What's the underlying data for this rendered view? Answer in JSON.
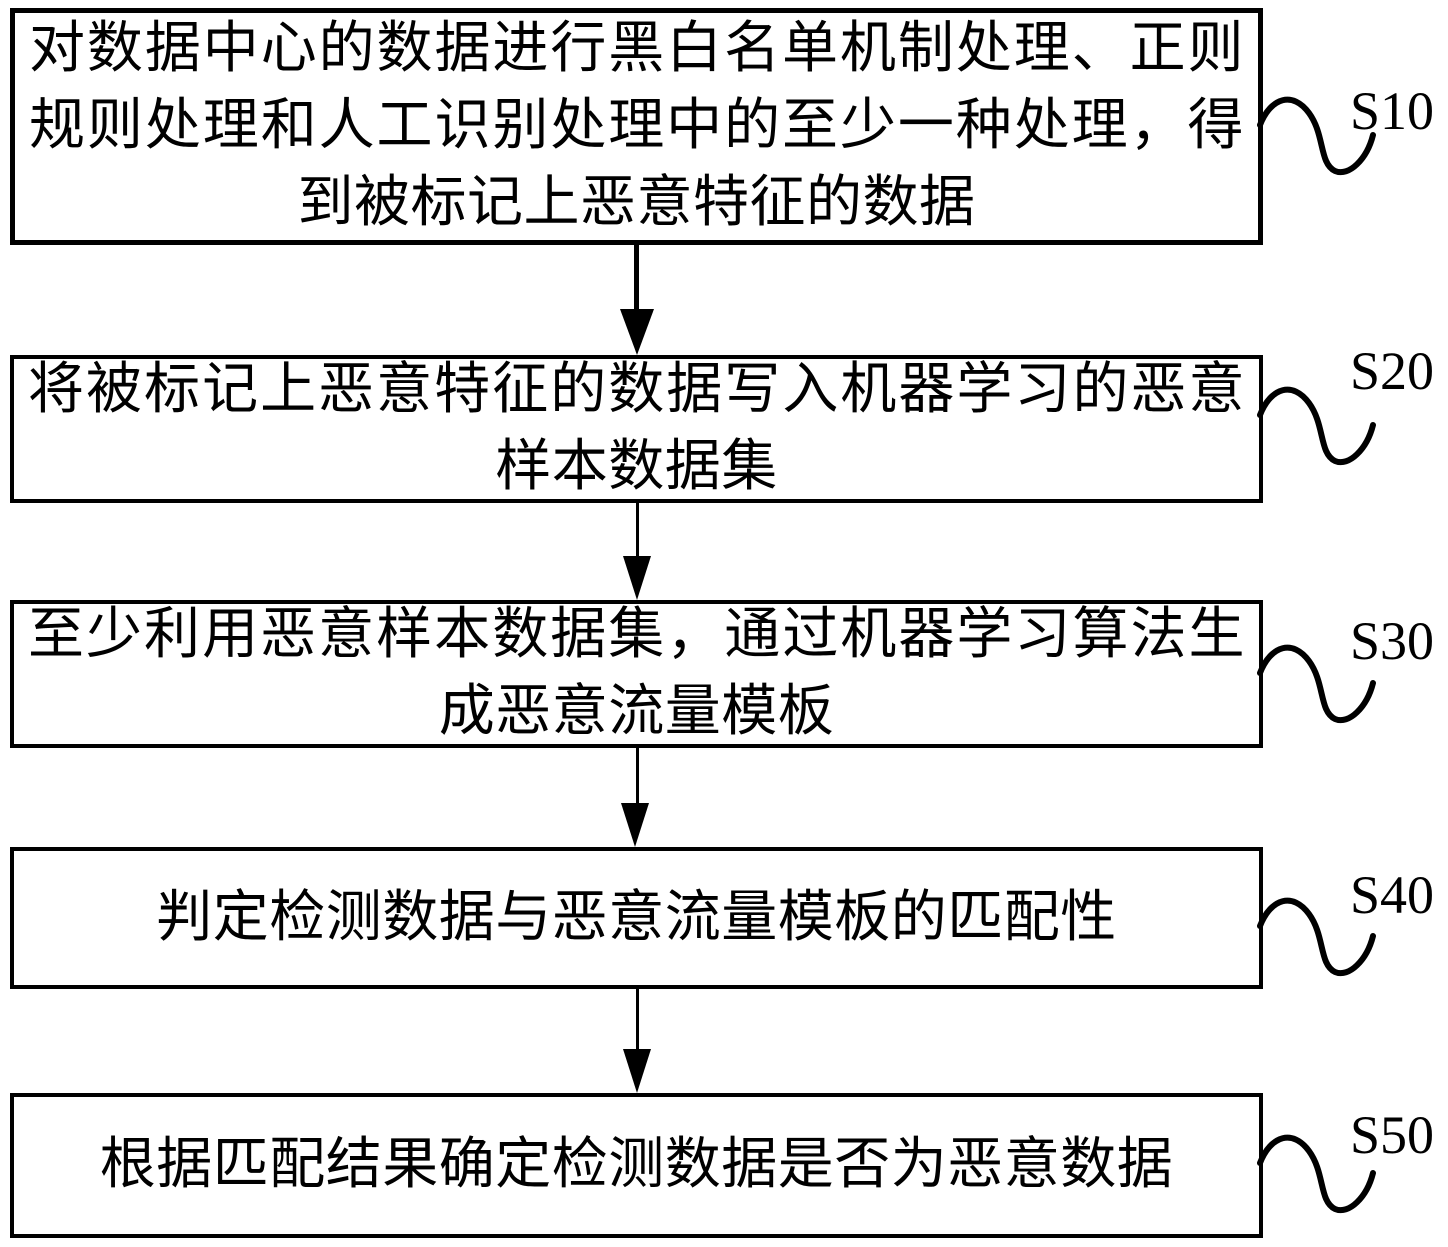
{
  "figure": {
    "type": "flowchart",
    "colors": {
      "line": "#000000",
      "background": "#ffffff"
    },
    "steps": [
      {
        "id": "S10",
        "text": "对数据中心的数据进行黑白名单机制处理、正则规则处理和人工识别处理中的至少一种处理，得到被标记上恶意特征的数据"
      },
      {
        "id": "S20",
        "text": "将被标记上恶意特征的数据写入机器学习的恶意样本数据集"
      },
      {
        "id": "S30",
        "text": "至少利用恶意样本数据集，通过机器学习算法生成恶意流量模板"
      },
      {
        "id": "S40",
        "text": "判定检测数据与恶意流量模板的匹配性"
      },
      {
        "id": "S50",
        "text": "根据匹配结果确定检测数据是否为恶意数据"
      }
    ]
  }
}
